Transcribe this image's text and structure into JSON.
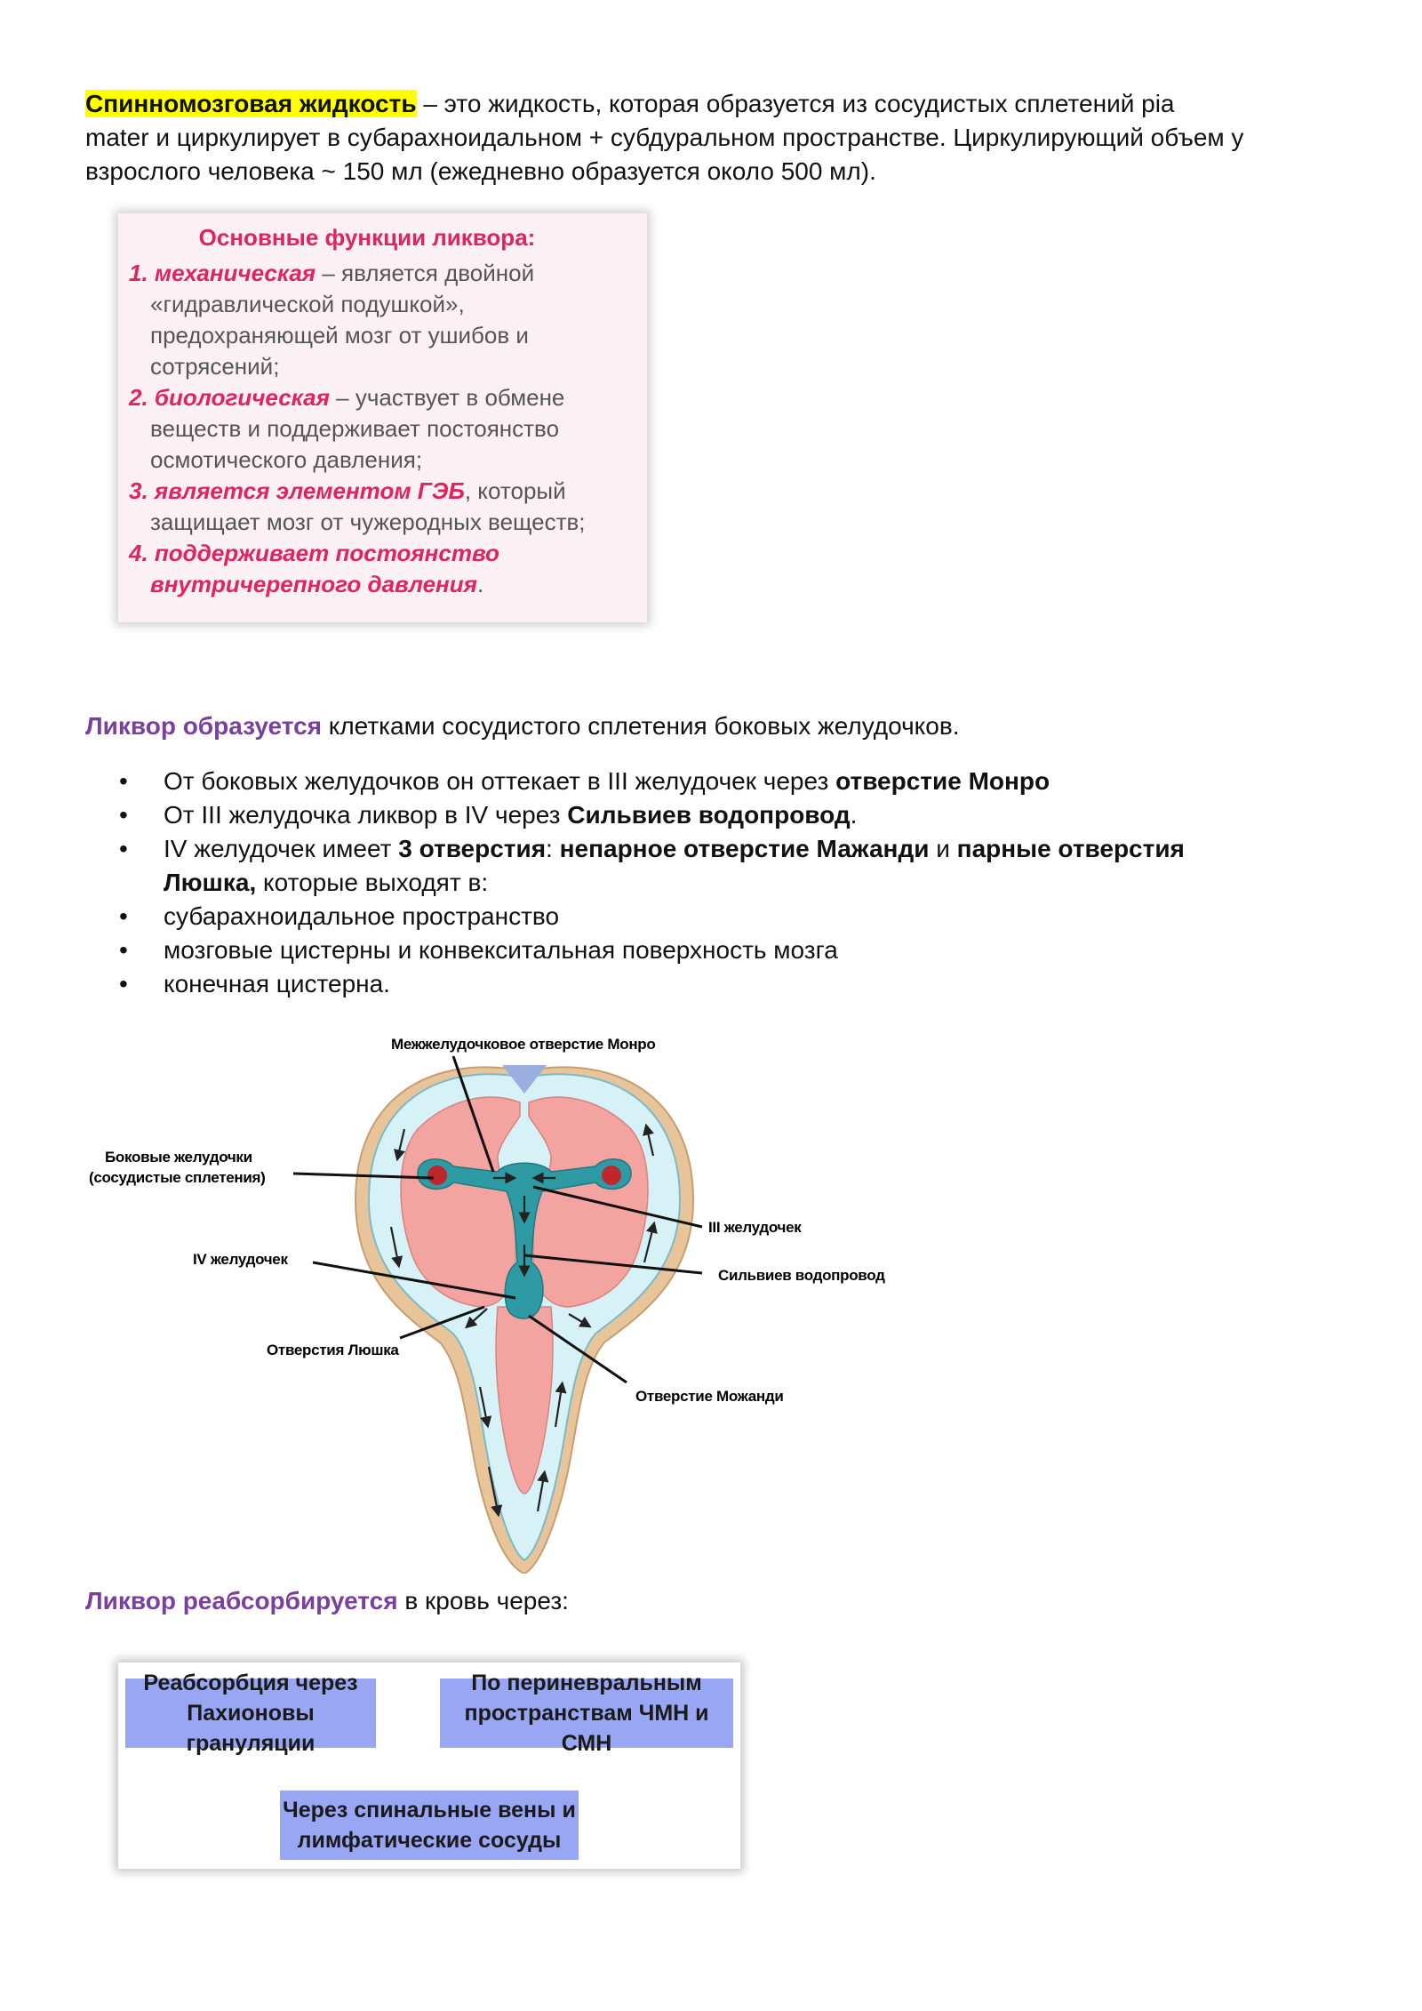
{
  "intro": {
    "term": "Спинномозговая жидкость",
    "line1_rest": " – это жидкость, которая образуется из сосудистых сплетений pia",
    "line2": "mater и циркулирует в субарахноидальном + субдуральном пространстве. Циркулирующий объем у",
    "line3": "взрослого человека ~ 150 мл (ежедневно образуется около 500 мл)."
  },
  "functions": {
    "title": "Основные функции ликвора:",
    "items": [
      {
        "num": "1.",
        "name": "механическая",
        "lines": [
          " – является двойной",
          "«гидравлической подушкой»,",
          "предохраняющей мозг от ушибов и",
          "сотрясений;"
        ]
      },
      {
        "num": "2.",
        "name": "биологическая",
        "lines": [
          "  – участвует в обмене",
          "веществ и поддерживает постоянство",
          "осмотического давления;"
        ]
      },
      {
        "num": "3.",
        "name": "является элементом ГЭБ",
        "lines": [
          ", который",
          "защищает мозг от чужеродных веществ;"
        ]
      },
      {
        "num": "4.",
        "name": "поддерживает постоянство",
        "lines": [
          "внутричерепного давления",
          "."
        ]
      }
    ]
  },
  "formation": {
    "lead": "Ликвор образуется",
    "rest": " клетками сосудистого сплетения боковых желудочков."
  },
  "bullets": {
    "b1_a": "От боковых желудочков он оттекает в III желудочек через ",
    "b1_b": "отверстие Монро",
    "b2_a": "От III желудочка ликвор в IV через ",
    "b2_b": "Сильвиев водопровод",
    "b2_c": ".",
    "b3_a": "IV желудочек имеет ",
    "b3_b": "3 отверстия",
    "b3_c": ": ",
    "b3_d": "непарное отверстие Мажанди",
    "b3_e": " и ",
    "b3_f": "парные отверстия",
    "b3_g": "Люшка,",
    "b3_h": " которые выходят в:",
    "b4": "субарахноидальное пространство",
    "b5": "мозговые цистерны и конвекситальная поверхность мозга",
    "b6": "конечная цистерна."
  },
  "diagram": {
    "monro": "Межжелудочковое отверстие Монро",
    "lateral_1": "Боковые желудочки",
    "lateral_2": "(сосудистые сплетения)",
    "third": "III желудочек",
    "fourth": "IV желудочек",
    "sylvian": "Сильвиев водопровод",
    "luschka": "Отверстия Люшка",
    "magendie": "Отверстие Можанди"
  },
  "reabsorption": {
    "lead": "Ликвор реабсорбируется",
    "rest": " в кровь через:",
    "box1": [
      "Реабсорбция через",
      "Пахионовы грануляции"
    ],
    "box2": [
      "По периневральным",
      "пространствам ЧМН и СМН"
    ],
    "box3": [
      "Через спинальные вены и",
      "лимфатические сосуды"
    ]
  },
  "colors": {
    "highlight": "#ffff00",
    "accent_purple": "#7b3fa0",
    "function_red": "#e0245e",
    "box_blue": "#98a6f4"
  }
}
